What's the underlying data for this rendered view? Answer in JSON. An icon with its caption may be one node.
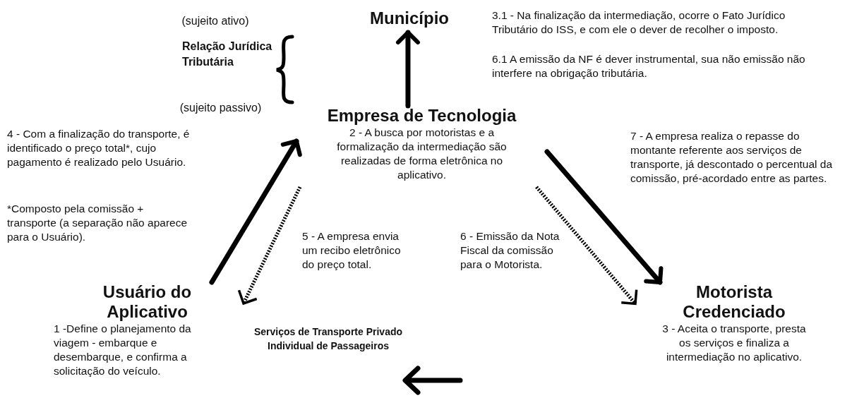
{
  "diagram": {
    "nodes": [
      {
        "text": [
          "Município"
        ]
      },
      {
        "text": [
          "Empresa de Tecnologia",
          "2 - A busca por motoristas e a formalização da intermediação são realizadas de forma eletrônica no aplicativo."
        ]
      },
      {
        "text": [
          "Usuário do Aplicativo",
          "1 -Define o planejamento da viagem - embarque e desembarque, e confirma a solicitação do veículo."
        ]
      },
      {
        "text": [
          "Motorista Credenciado",
          "3 - Aceita o transporte, presta os serviços e finaliza a intermediação no aplicativo."
        ]
      }
    ],
    "edges": [
      {
        "from": 1,
        "to": 0,
        "arrow": "to"
      },
      {
        "from": 2,
        "to": 1,
        "arrow": "to"
      },
      {
        "from": 1,
        "to": 2,
        "arrow": "to",
        "style": "dashed"
      },
      {
        "from": 1,
        "to": 3,
        "arrow": "to",
        "style": "dashed"
      },
      {
        "from": 1,
        "to": 3,
        "arrow": "to"
      }
    ],
    "labels": [
      "(sujeito ativo)",
      "Relação Jurídica Tributária",
      "3.1 - Na finalização da intermediação, ocorre o Fato Jurídico Tributário do ISS, e com ele o dever de recolher o imposto.",
      "6.1 A emissão da NF é dever instrumental, sua não emissão não interfere na obrigação tributária.",
      "(sujeito passivo)",
      "4 - Com a finalização do transporte, é identificado o preço total*, cujo pagamento é realizado pelo Usuário.",
      "*Composto pela comissão + transporte (a separação não aparece para o Usuário).",
      "7 - A empresa realiza o repasse do montante referente aos serviços de transporte, já descontado o percentual da comissão, pré-acordado entre as partes.",
      "5 - A empresa envia um recibo eletrônico do preço total.",
      "6 - Emissão da Nota Fiscal da comissão para o Motorista.",
      "Serviços de Transporte Privado Individual de Passageiros"
    ]
  }
}
